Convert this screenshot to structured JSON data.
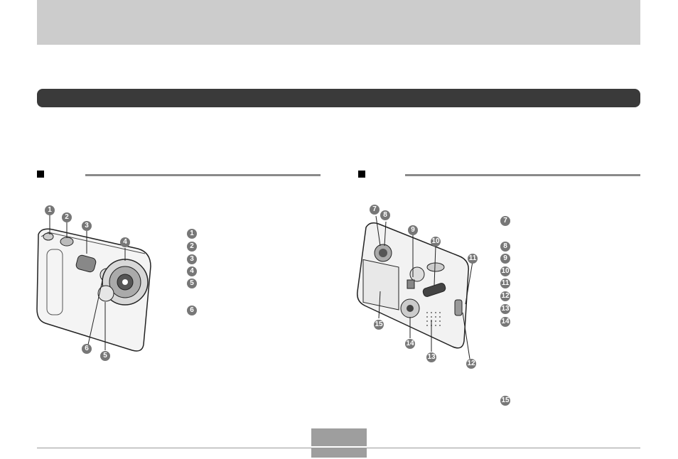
{
  "page": {
    "header_text": "",
    "section_title": "",
    "front_heading": "",
    "back_heading": "",
    "page_number": ""
  },
  "front_callouts": [
    "1",
    "2",
    "3",
    "4",
    "5",
    "6"
  ],
  "front_list_markers": [
    "1",
    "2",
    "3",
    "4",
    "5",
    "6"
  ],
  "back_callouts": [
    "7",
    "8",
    "9",
    "10",
    "11",
    "12",
    "13",
    "14",
    "15"
  ],
  "back_list_markers": [
    "7",
    "8",
    "9",
    "10",
    "11",
    "12",
    "13",
    "14",
    "15"
  ]
}
